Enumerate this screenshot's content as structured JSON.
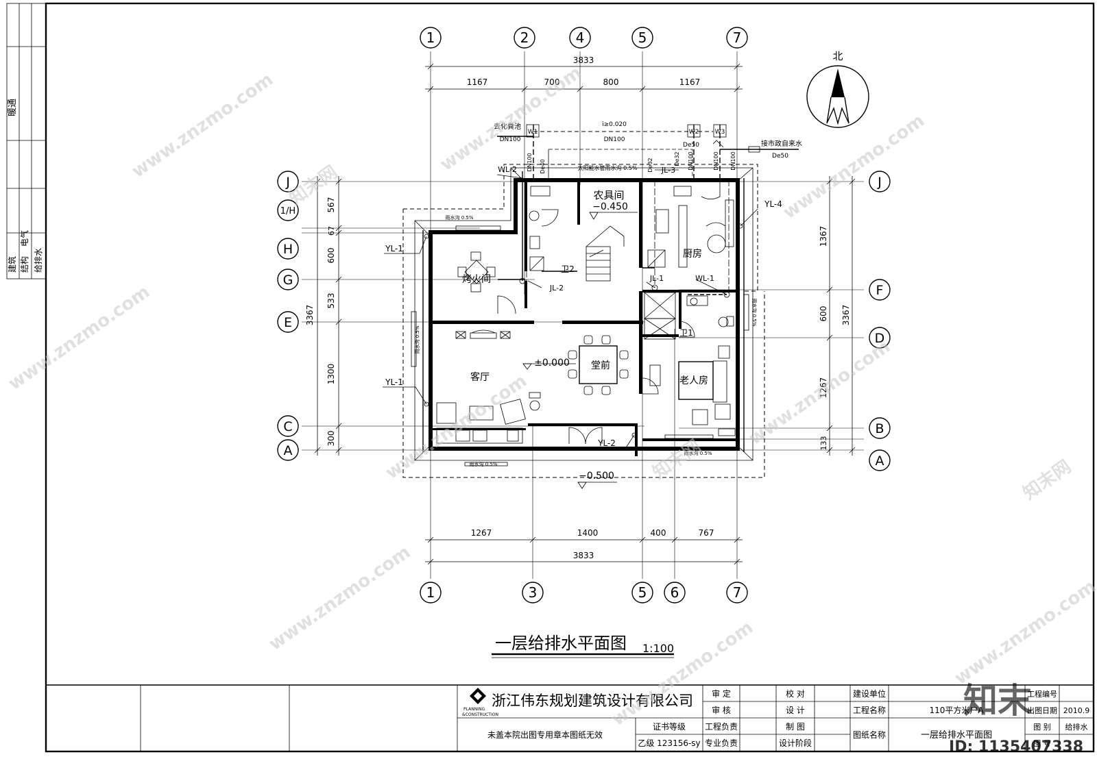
{
  "drawing": {
    "title": "一层给排水平面图",
    "scale": "1:100",
    "north_label": "北"
  },
  "left_strip": {
    "labels": [
      "暖通",
      "建筑",
      "结构",
      "电气",
      "给排水"
    ]
  },
  "axes": {
    "top": [
      "1",
      "2",
      "4",
      "5",
      "7"
    ],
    "bottom": [
      "1",
      "3",
      "5",
      "6",
      "7"
    ],
    "left": [
      "J",
      "1/H",
      "H",
      "G",
      "E",
      "C",
      "A"
    ],
    "right": [
      "J",
      "F",
      "D",
      "B",
      "A"
    ]
  },
  "dimensions": {
    "top_total": "3833",
    "top_segments": [
      "1167",
      "700",
      "800",
      "1167"
    ],
    "bottom_segments": [
      "1267",
      "1400",
      "400",
      "767"
    ],
    "bottom_total": "3833",
    "left_total": "3367",
    "left_segments": [
      "567",
      "67",
      "600",
      "533",
      "1300",
      "300"
    ],
    "right_total": "3367",
    "right_segments": [
      "1367",
      "600",
      "1267",
      "133"
    ]
  },
  "rooms": {
    "farm_tools": "农具间",
    "farm_level": "−0.450",
    "fire_room": "烤火间",
    "kitchen": "厨房",
    "living": "客厅",
    "hall": "堂前",
    "hall_level": "±0.000",
    "elderly": "老人房",
    "toilet2": "卫2",
    "toilet1": "卫1",
    "outdoor_level": "−0.500"
  },
  "pipes": {
    "septic": "去化粪池",
    "w1": "W1",
    "w2": "W2",
    "w3": "W3",
    "dn100_a": "DN100",
    "dn100_b": "DN100",
    "slope": "i≥0.020",
    "de50_a": "De50",
    "de50_b": "De50",
    "city_water": "接市政自来水",
    "wl2": "WL-2",
    "wl1": "WL-1",
    "jl3": "JL-3",
    "jl2": "JL-2",
    "jl1": "JL-1",
    "solar": "太阳能水管雨水沟 0.5%",
    "yl4": "YL-4",
    "yl1_a": "YL-1",
    "yl1_b": "YL-1",
    "yl2": "YL-2",
    "de40": "De40",
    "dn100_v1": "DN100",
    "de32_a": "De32",
    "de32_b": "De32",
    "dn100_v2": "DN100",
    "dn100_v3": "DN100",
    "dn100_v4": "DN100",
    "gutter_top": "雨水沟 0.5%",
    "gutter_left": "雨水沟 0.5%",
    "gutter_right": "雨水沟 0.5%",
    "gutter_bottom_left": "雨水沟 0.5%",
    "gutter_bottom_right": "雨水沟 0.5%"
  },
  "title_block": {
    "company": "浙江伟东规划建筑设计有限公司",
    "logo_sub1": "PLANNING",
    "logo_sub2": "&CONSTRUCTION",
    "notice": "未盖本院出图专用章本图纸无效",
    "cert_label": "证书等级",
    "cert_value": "乙级 123156-sy",
    "approve": "审 定",
    "review": "审 核",
    "proj_lead": "工程负责",
    "spec_lead": "专业负责",
    "check": "校 对",
    "design": "设 计",
    "draw": "制 图",
    "stage": "设计阶段",
    "client_label": "建设单位",
    "project_label": "工程名称",
    "project_value": "110平方米户A",
    "sheet_label": "图纸名称",
    "sheet_value": "一层给排水平面图",
    "proj_no_label": "工程编号",
    "date_label": "出图日期",
    "date_value": "2010.9",
    "category_label": "图 别",
    "category_value": "给排水",
    "sheet_no_label": "图 号"
  },
  "watermark": {
    "text": "www.znzmo.com",
    "brand": "知末网",
    "big_brand": "知末",
    "id": "ID: 1135407338"
  }
}
